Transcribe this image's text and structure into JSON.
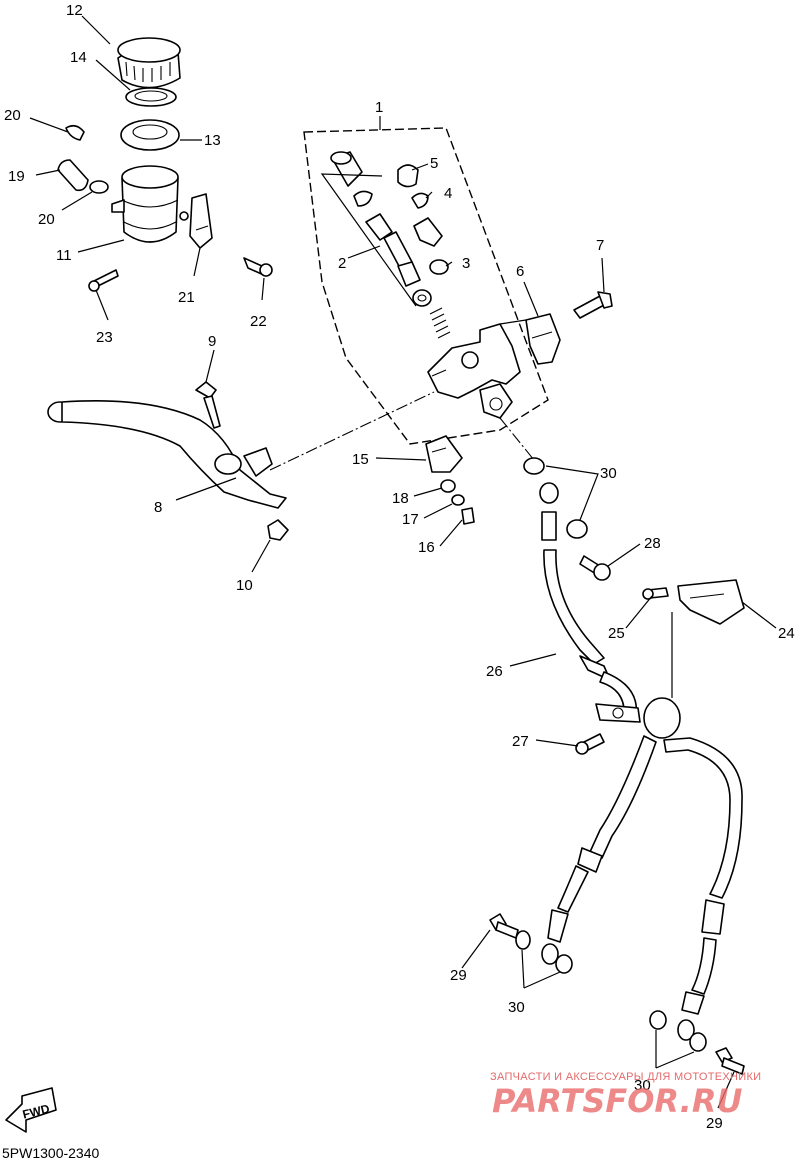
{
  "diagram_code": "5PW1300-2340",
  "fwd_label": "FWD",
  "watermark": {
    "line1": "ЗАПЧАСТИ И АКСЕССУАРЫ ДЛЯ МОТОТЕХНИКИ",
    "line2": "PARTSFOR.RU"
  },
  "callouts": {
    "c1": "1",
    "c2": "2",
    "c3": "3",
    "c4": "4",
    "c5": "5",
    "c6": "6",
    "c7": "7",
    "c8": "8",
    "c9": "9",
    "c10": "10",
    "c11": "11",
    "c12": "12",
    "c13": "13",
    "c14": "14",
    "c15": "15",
    "c16": "16",
    "c17": "17",
    "c18": "18",
    "c19": "19",
    "c20a": "20",
    "c20b": "20",
    "c21": "21",
    "c22": "22",
    "c23": "23",
    "c24": "24",
    "c25": "25",
    "c26": "26",
    "c27": "27",
    "c28": "28",
    "c29a": "29",
    "c29b": "29",
    "c30a": "30",
    "c30b": "30",
    "c30c": "30"
  }
}
